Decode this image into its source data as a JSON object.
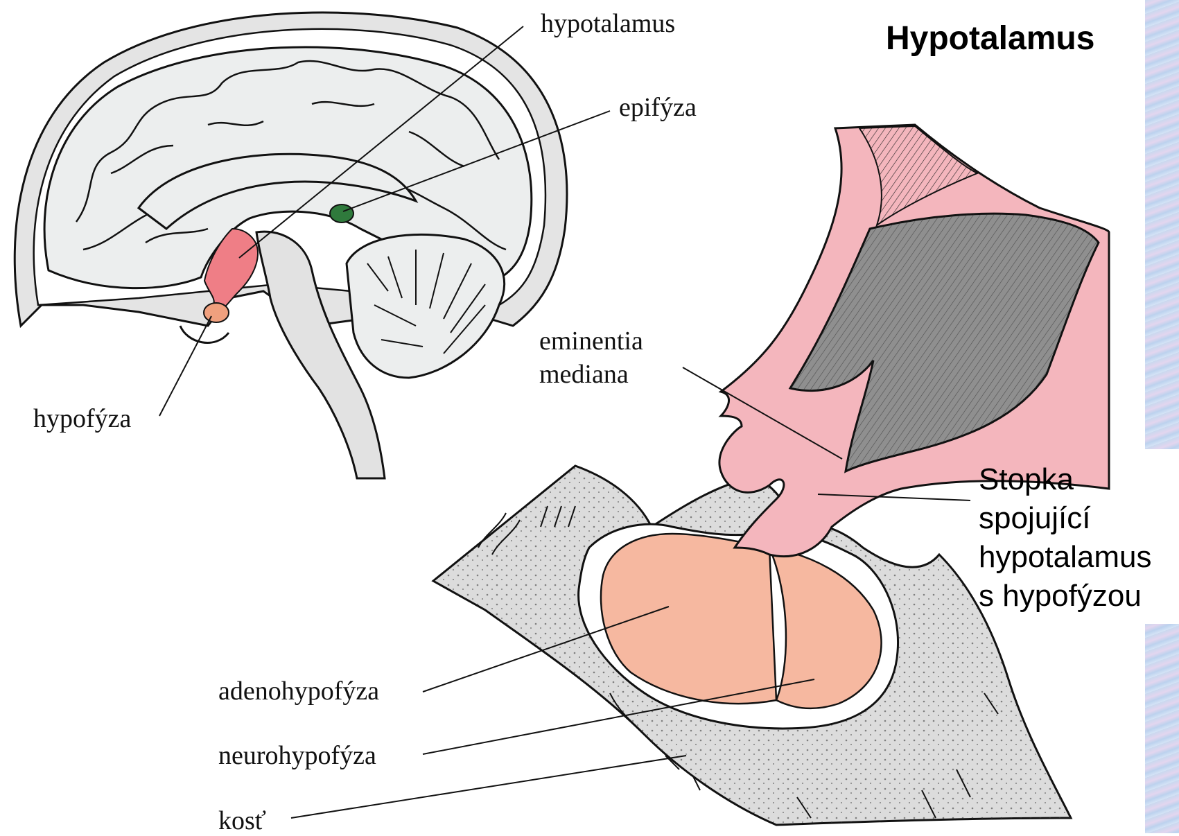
{
  "title": "Hypotalamus",
  "labels": {
    "hypotalamus": "hypotalamus",
    "epifyza": "epifýza",
    "hypofyza": "hypofýza",
    "eminentia_line1": "eminentia",
    "eminentia_line2": "mediana",
    "adenohypofyza": "adenohypofýza",
    "neurohypofyza": "neurohypofýza",
    "kost": "kosť"
  },
  "stopka_lines": [
    "Stopka",
    "spojující",
    "hypotalamus",
    "s hypofýzou"
  ],
  "colors": {
    "hypothalamus_region": "#ef7e86",
    "pituitary_small": "#f0a07e",
    "pineal_gland": "#2f7a3c",
    "stalk_pink": "#f4b6bd",
    "adenohypophysis": "#f6b8a0",
    "bone_gray": "#dcdcdc",
    "dark_hatch": "#8f8f8f",
    "brain_fill": "#eceeee",
    "side_strip": "#c9d8ef"
  }
}
